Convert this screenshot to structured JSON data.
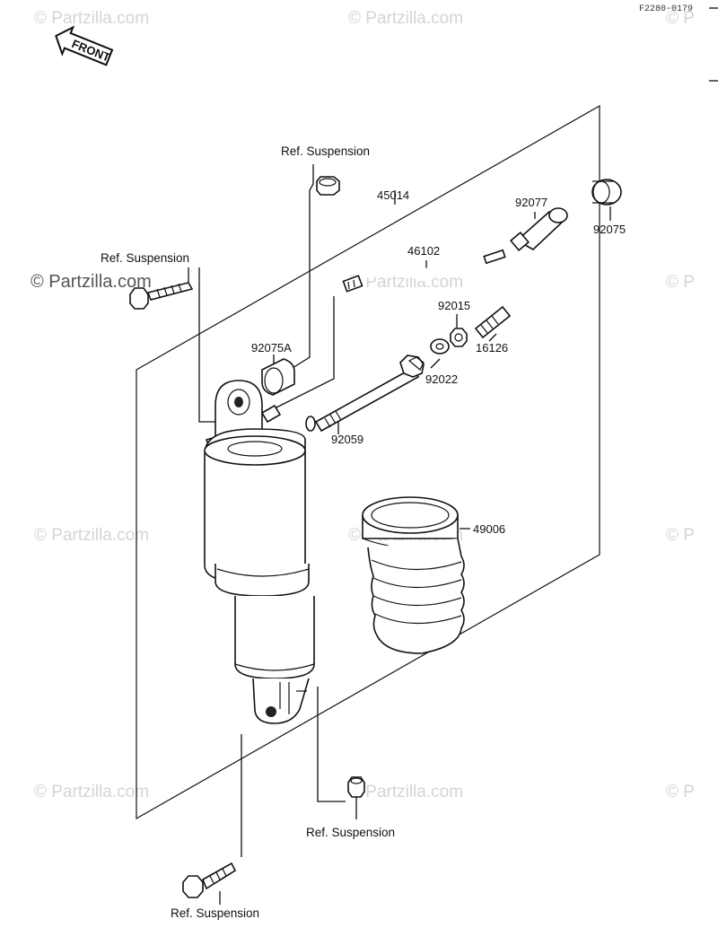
{
  "drawing_code": "F2280-0179",
  "front_label": "FRONT",
  "watermark_text": "© Partzilla.com",
  "watermark_prominent": "© Partzilla.com",
  "watermark_mark": "©",
  "watermark_partial": "© P",
  "callouts": {
    "ref_suspension_top": "Ref. Suspension",
    "ref_suspension_left": "Ref. Suspension",
    "ref_suspension_bottom_right": "Ref. Suspension",
    "ref_suspension_bottom": "Ref. Suspension",
    "p45014": "45014",
    "p92077": "92077",
    "p92075": "92075",
    "p46102": "46102",
    "p92015": "92015",
    "p16126": "16126",
    "p92075A": "92075A",
    "p92022": "92022",
    "p92059": "92059",
    "p49006": "49006"
  },
  "colors": {
    "line": "#111111",
    "watermark": "#d4d4d4",
    "background": "#ffffff"
  }
}
